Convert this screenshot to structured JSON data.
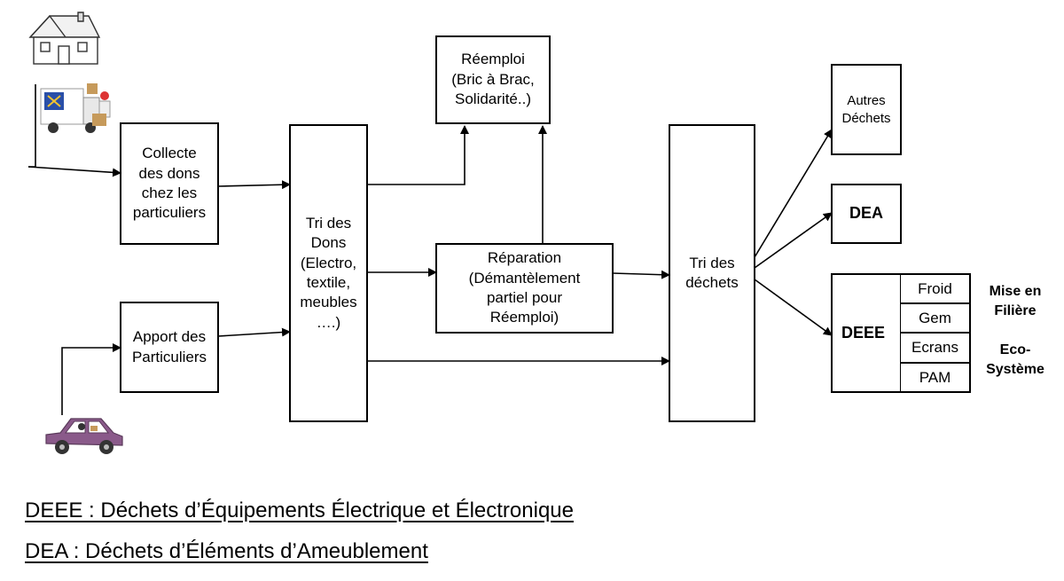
{
  "diagram": {
    "nodes": {
      "collecte": "Collecte\ndes dons\nchez les\nparticuliers",
      "apport": "Apport des\nParticuliers",
      "tri_dons": "Tri des\nDons\n(Electro,\ntextile,\nmeubles\n….)",
      "reemploi": "Réemploi\n(Bric à Brac,\nSolidarité..)",
      "reparation": "Réparation\n(Démantèlement\npartiel pour\nRéemploi)",
      "tri_dechets": "Tri des\ndéchets",
      "autres_dechets": "Autres\nDéchets",
      "dea": "DEA",
      "deee": "DEEE"
    },
    "deee_categories": [
      "Froid",
      "Gem",
      "Ecrans",
      "PAM"
    ],
    "side_labels": {
      "mise_en_filiere": "Mise en\nFilière",
      "eco_systeme": "Eco-\nSystème"
    },
    "icons": [
      "house-icon",
      "moving-truck-icon",
      "car-icon"
    ],
    "legend": {
      "deee": "DEEE : Déchets d’Équipements Électrique et Électronique",
      "dea": "DEA : Déchets d’Éléments d’Ameublement"
    }
  }
}
